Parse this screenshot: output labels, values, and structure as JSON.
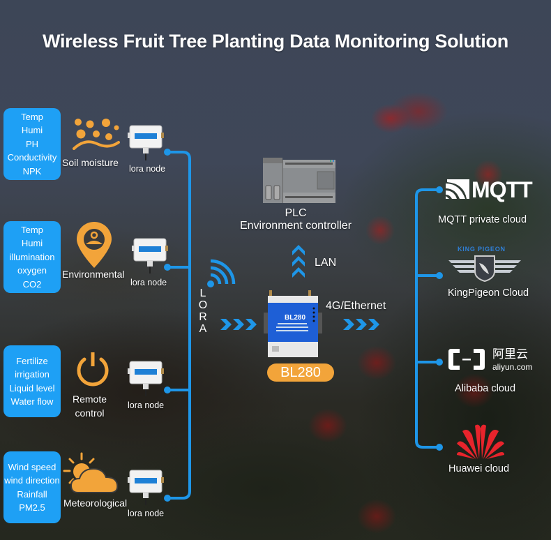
{
  "title": "Wireless Fruit Tree Planting Data Monitoring Solution",
  "colors": {
    "accent_blue": "#1ea0f5",
    "accent_orange": "#f2a43a",
    "line_blue": "#1e96e8",
    "huawei_red": "#e8242c"
  },
  "sensor_groups": [
    {
      "params": [
        "Temp",
        "Humi",
        "PH",
        "Conductivity",
        "NPK"
      ],
      "icon": "soil-moisture-icon",
      "label": "Soil moisture",
      "node_label": "lora node"
    },
    {
      "params": [
        "Temp",
        "Humi",
        "illumination",
        "oxygen",
        "CO2"
      ],
      "icon": "location-pin-icon",
      "label": "Environmental",
      "node_label": "lora node"
    },
    {
      "params": [
        "Fertilize",
        "irrigation",
        "Liquid level",
        "Water flow"
      ],
      "icon": "power-icon",
      "label_line1": "Remote",
      "label_line2": "control",
      "node_label": "lora node"
    },
    {
      "params": [
        "Wind speed",
        "wind direction",
        "Rainfall",
        "PM2.5"
      ],
      "icon": "weather-sun-cloud-icon",
      "label": "Meteorological",
      "node_label": "lora node"
    }
  ],
  "lora": {
    "letters": [
      "L",
      "O",
      "R",
      "A"
    ],
    "icon": "wifi-signal-icon"
  },
  "plc": {
    "line1": "PLC",
    "line2": "Environment controller"
  },
  "lan_label": "LAN",
  "gateway": {
    "model": "BL280",
    "badge": "BL280",
    "uplink_label": "4G/Ethernet"
  },
  "clouds": [
    {
      "logo_text": "MQTT",
      "label": "MQTT private cloud",
      "icon": "mqtt-logo-icon"
    },
    {
      "logo_text": "KING PIGEON",
      "label": "KingPigeon Cloud",
      "icon": "king-pigeon-logo-icon"
    },
    {
      "logo_text_cn": "阿里云",
      "logo_text": "aliyun.com",
      "label": "Alibaba cloud",
      "icon": "aliyun-logo-icon"
    },
    {
      "label": "Huawei cloud",
      "icon": "huawei-logo-icon"
    }
  ]
}
